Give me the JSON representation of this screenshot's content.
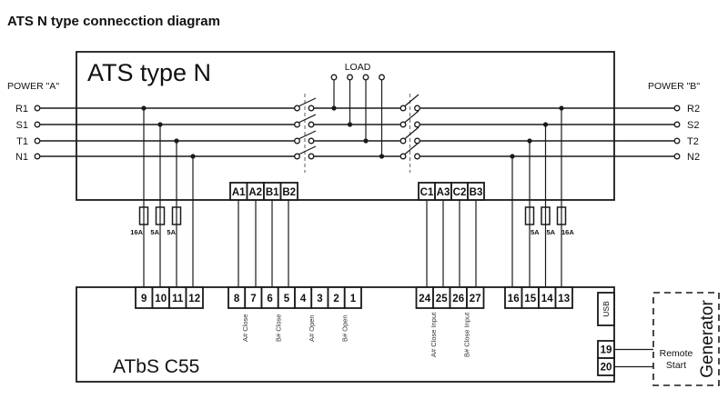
{
  "title": "ATS N type connecction diagram",
  "ats": {
    "label": "ATS type N",
    "load": "LOAD"
  },
  "power_a": {
    "label": "POWER \"A\"",
    "lines": [
      "R1",
      "S1",
      "T1",
      "N1"
    ]
  },
  "power_b": {
    "label": "POWER \"B\"",
    "lines": [
      "R2",
      "S2",
      "T2",
      "N2"
    ]
  },
  "ats_terminals": {
    "left": [
      "A1",
      "A2",
      "B1",
      "B2"
    ],
    "right": [
      "C1",
      "A3",
      "C2",
      "B3"
    ]
  },
  "fuses": {
    "left": [
      "16A",
      "5A",
      "5A"
    ],
    "right": [
      "5A",
      "5A",
      "16A"
    ]
  },
  "controller": {
    "label": "ATbS C55",
    "group1": [
      "9",
      "10",
      "11",
      "12"
    ],
    "group2": [
      "8",
      "7",
      "6",
      "5",
      "4",
      "3",
      "2",
      "1"
    ],
    "group3": [
      "24",
      "25",
      "26",
      "27"
    ],
    "group4": [
      "16",
      "15",
      "14",
      "13"
    ],
    "output_labels": [
      "A# Close",
      "B# Close",
      "A# Open",
      "B# Open"
    ],
    "input_labels": [
      "A# Close Input",
      "B# Close Input"
    ],
    "usb": "USB",
    "remote_terminals": [
      "19",
      "20"
    ]
  },
  "generator": {
    "label": "Generator",
    "remote_start": [
      "Remote",
      "Start"
    ]
  },
  "colors": {
    "line": "#1a1a1a",
    "text": "#111111",
    "background": "#ffffff"
  }
}
